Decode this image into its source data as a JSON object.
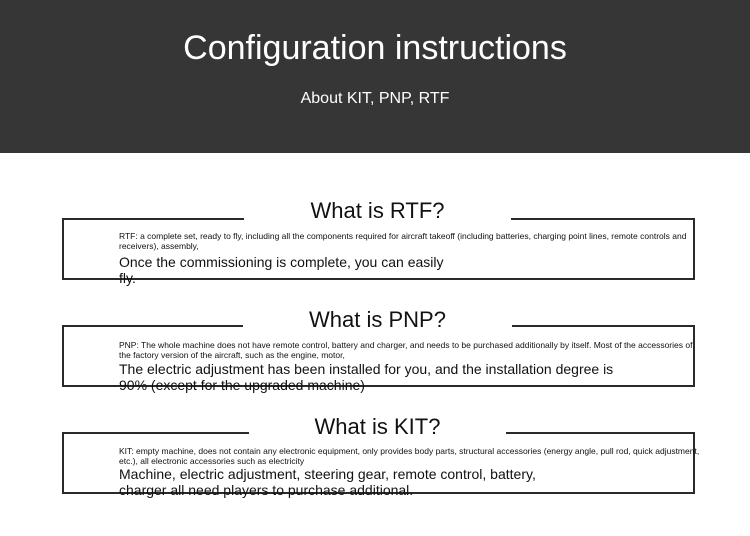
{
  "header": {
    "title": "Configuration instructions",
    "subtitle": "About KIT, PNP, RTF"
  },
  "sections": [
    {
      "title": "What is RTF?",
      "description": "RTF: a complete set, ready to fly, including all the components required for aircraft takeoff (including batteries, charging point lines, remote controls and receivers), assembly,",
      "highlight": "Once the commissioning is complete, you can easily fly."
    },
    {
      "title": "What is PNP?",
      "description": "PNP: The whole machine does not have remote control, battery and charger, and needs to be purchased additionally by itself. Most of the accessories of the factory version of the aircraft, such as the engine, motor,",
      "highlight": "The electric adjustment has been installed for you, and the installation degree is 90% (except for the upgraded machine)"
    },
    {
      "title": "What is KIT?",
      "description": "KIT: empty machine, does not contain any electronic equipment, only provides body parts, structural accessories (energy angle, pull rod, quick adjustment, etc.), all electronic accessories such as electricity",
      "highlight": "Machine, electric adjustment, steering gear, remote control, battery, charger all need players to purchase additional."
    }
  ],
  "colors": {
    "header_bg": "#363636",
    "header_text": "#ffffff",
    "border": "#2a2a2a"
  }
}
